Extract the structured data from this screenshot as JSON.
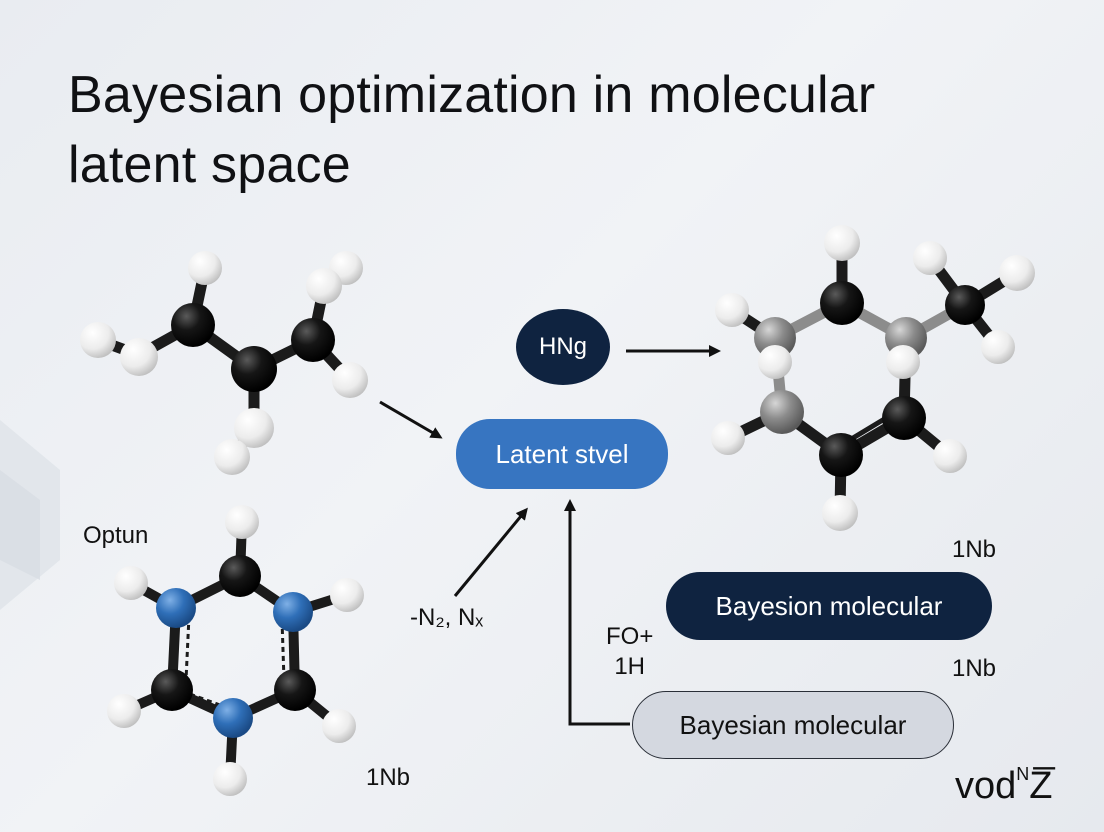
{
  "title": {
    "line1": "Bayesian optimization in molecular",
    "line2": "latent space"
  },
  "nodes": {
    "hng": "HNg",
    "latent": "Latent stvel",
    "bayesion_molecular": "Bayesion molecular",
    "bayesian_molecular": "Bayesian molecular"
  },
  "labels": {
    "optun": "Optun",
    "n2_nx": "-N₂, Nₓ",
    "fo_line1": "FO+",
    "fo_line2": "1H",
    "nb_top": "1Nb",
    "nb_mid": "1Nb",
    "nb_bottom": "1Nb"
  },
  "logo": {
    "main": "vod",
    "sup": "N",
    "end": "Z̅"
  },
  "colors": {
    "accent_blue": "#3775c1",
    "navy": "#0f2340",
    "light_pill": "#d4d8e0",
    "atom_carbon": "#161616",
    "atom_nitrogen": "#2f6fb8",
    "atom_hydrogen": "#f2f2f2",
    "atom_gray": "#8c8c8c"
  }
}
